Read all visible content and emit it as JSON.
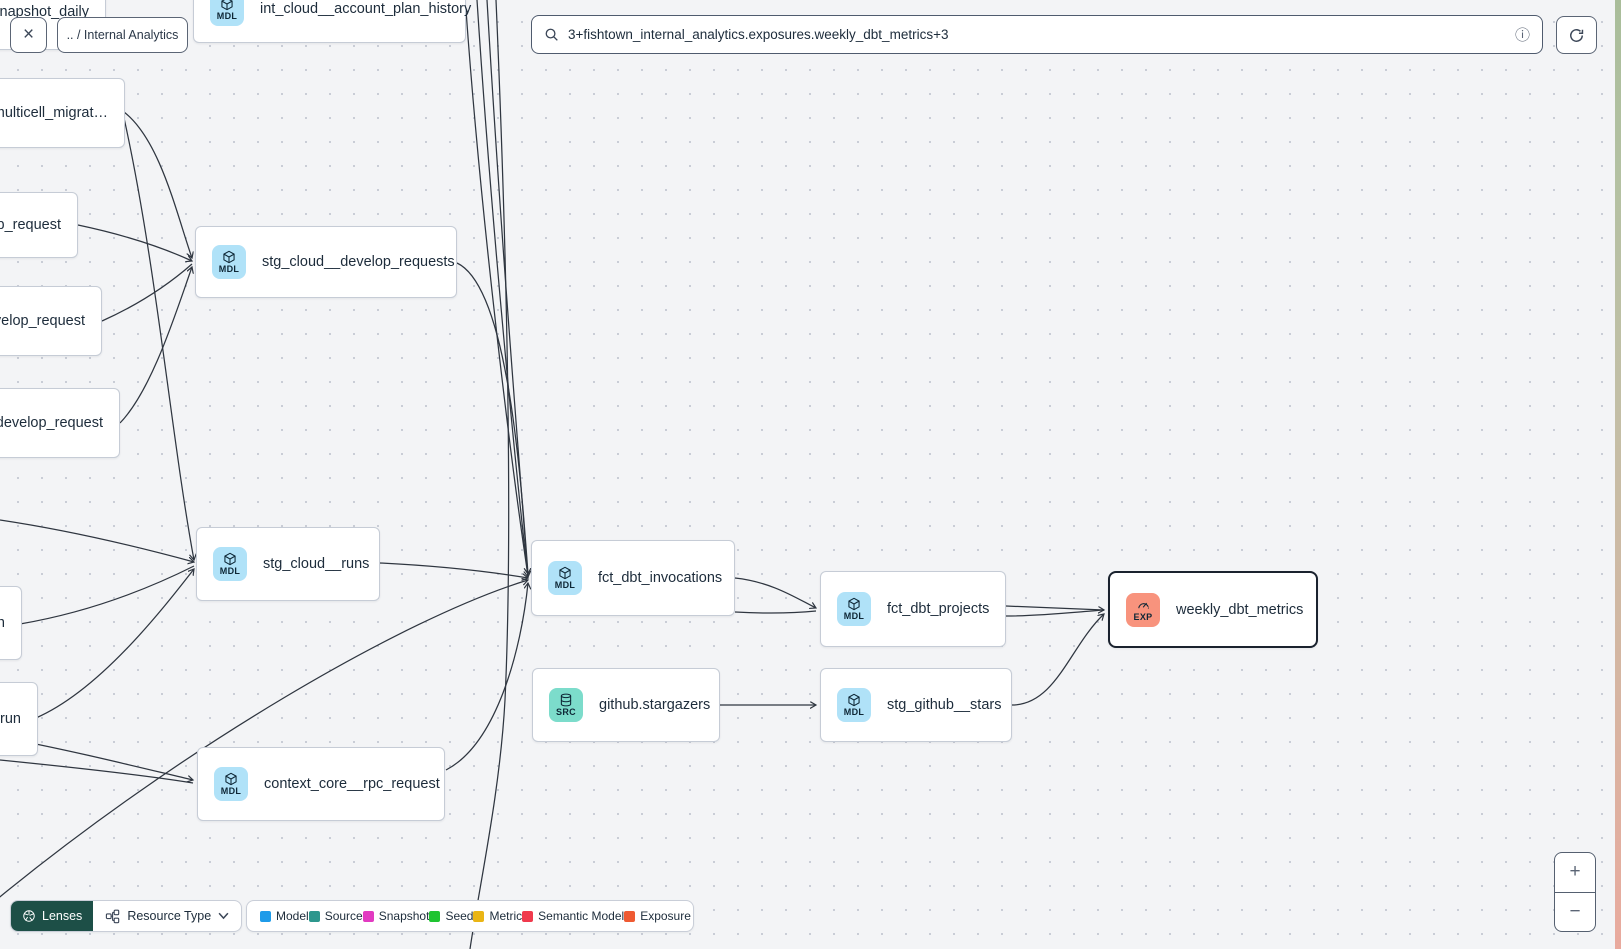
{
  "topbar": {
    "breadcrumb": ".. / Internal Analytics",
    "search_value": "3+fishtown_internal_analytics.exposures.weekly_dbt_metrics+3"
  },
  "icons": {
    "close": "×",
    "info": "ⓘ",
    "zoom_in": "+",
    "zoom_out": "−"
  },
  "toolbar": {
    "lenses_label": "Lenses",
    "resource_type_label": "Resource Type"
  },
  "legend": {
    "items": [
      {
        "label": "Model",
        "color": "#1e9be9"
      },
      {
        "label": "Source",
        "color": "#2d978d"
      },
      {
        "label": "Snapshot",
        "color": "#e23ac1"
      },
      {
        "label": "Seed",
        "color": "#1fc431"
      },
      {
        "label": "Metric",
        "color": "#eab515"
      },
      {
        "label": "Semantic Model",
        "color": "#f03a4d"
      },
      {
        "label": "Exposure",
        "color": "#ef5a32"
      }
    ]
  },
  "nodes": {
    "snapshot_daily": {
      "label": "snapshot_daily",
      "type": "model"
    },
    "int_cloud": {
      "label": "int_cloud__account_plan_history",
      "badge": "MDL",
      "type": "model"
    },
    "multicell": {
      "label": "multicell_migrat…",
      "type": "model"
    },
    "p_request": {
      "label": "p_request",
      "type": "model"
    },
    "velop_request": {
      "label": "velop_request",
      "type": "model"
    },
    "develop_request": {
      "label": "develop_request",
      "type": "model"
    },
    "stg_develop_requests": {
      "label": "stg_cloud__develop_requests",
      "badge": "MDL",
      "type": "model"
    },
    "stg_runs": {
      "label": "stg_cloud__runs",
      "badge": "MDL",
      "type": "model"
    },
    "n_node": {
      "label": "n",
      "type": "model"
    },
    "run_node": {
      "label": "run",
      "type": "model"
    },
    "fct_invocations": {
      "label": "fct_dbt_invocations",
      "badge": "MDL",
      "type": "model"
    },
    "github_stargazers": {
      "label": "github.stargazers",
      "badge": "SRC",
      "type": "source"
    },
    "stg_github_stars": {
      "label": "stg_github__stars",
      "badge": "MDL",
      "type": "model"
    },
    "fct_projects": {
      "label": "fct_dbt_projects",
      "badge": "MDL",
      "type": "model"
    },
    "context_rpc": {
      "label": "context_core__rpc_request",
      "badge": "MDL",
      "type": "model"
    },
    "weekly_metrics": {
      "label": "weekly_dbt_metrics",
      "badge": "EXP",
      "type": "exposure",
      "selected": true
    }
  }
}
